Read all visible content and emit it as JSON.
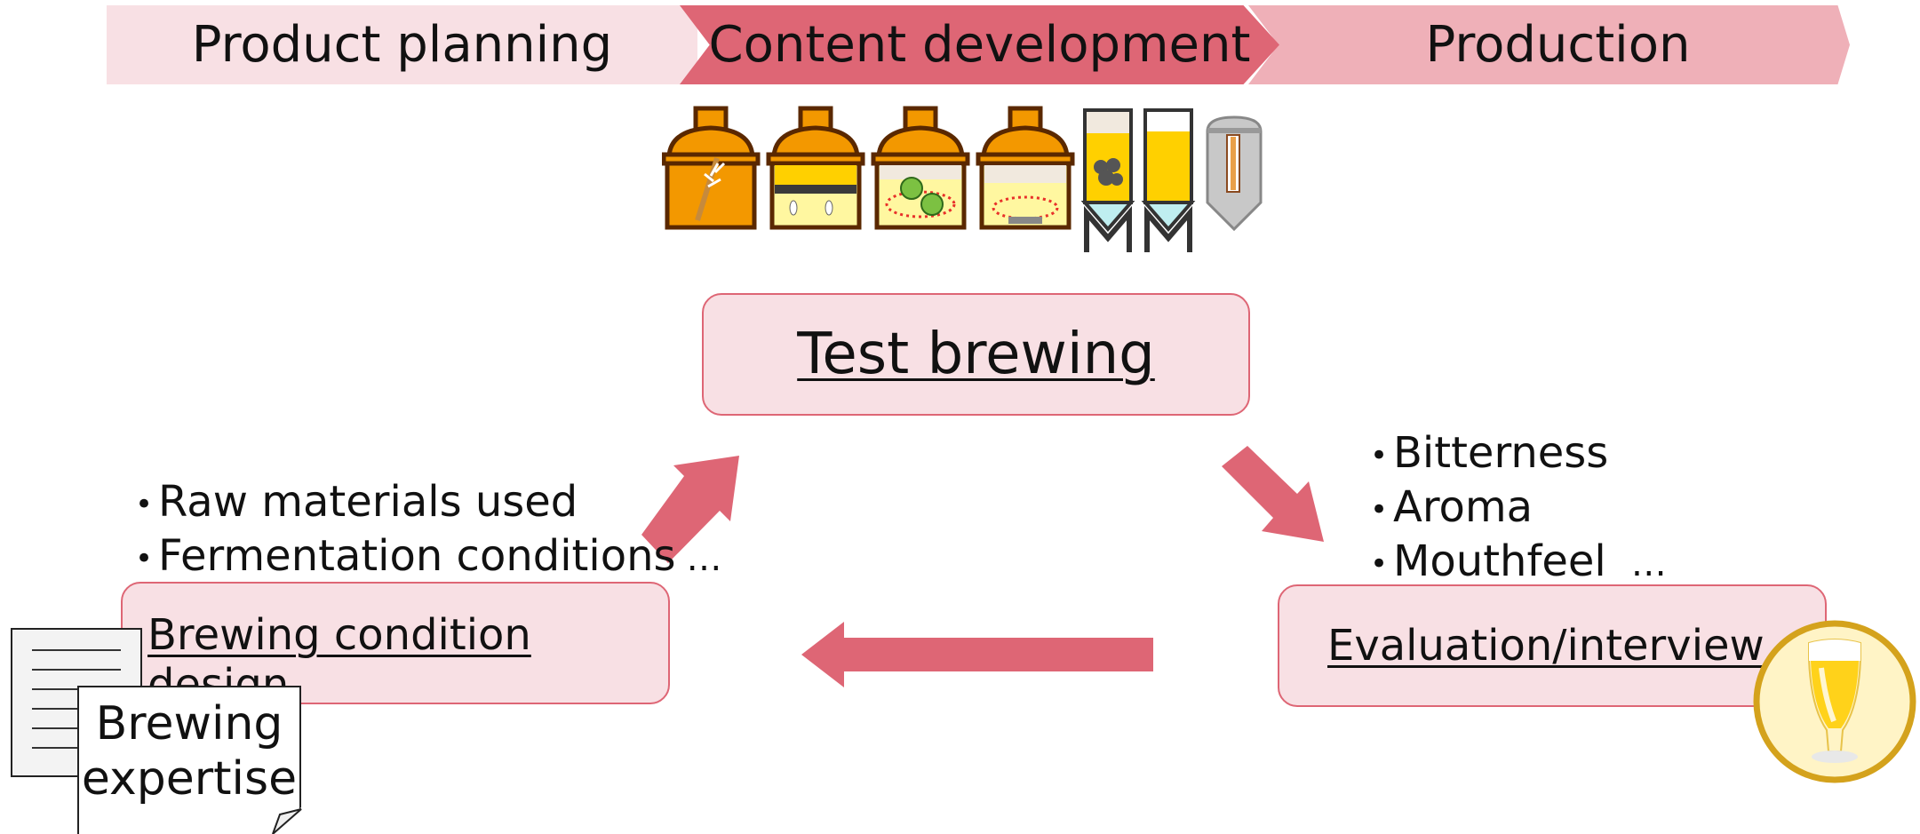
{
  "stages": [
    {
      "label": "Product planning",
      "color": "#f8e0e4"
    },
    {
      "label": "Content development",
      "color": "#de6675"
    },
    {
      "label": "Production",
      "color": "#efb0b8"
    }
  ],
  "equipment_icons": [
    "mash-tun-icon",
    "lauter-tun-icon",
    "kettle-hops-icon",
    "whirlpool-icon",
    "fermenter-icon",
    "fermenter-icon",
    "storage-tank-icon"
  ],
  "center_box": {
    "label": "Test brewing"
  },
  "left_box": {
    "label": "Brewing condition design"
  },
  "right_box": {
    "label": "Evaluation/interview"
  },
  "left_bullets": {
    "items": [
      "Raw materials used",
      "Fermentation conditions"
    ],
    "ellipsis": "…"
  },
  "right_bullets": {
    "items": [
      "Bitterness",
      "Aroma",
      "Mouthfeel"
    ],
    "ellipsis": "…"
  },
  "expertise_doc": {
    "line1": "Brewing",
    "line2": "expertise"
  },
  "colors": {
    "accent": "#de6675",
    "light": "#f8e0e4",
    "mid": "#efb0b8",
    "gold": "#d4a21c"
  }
}
